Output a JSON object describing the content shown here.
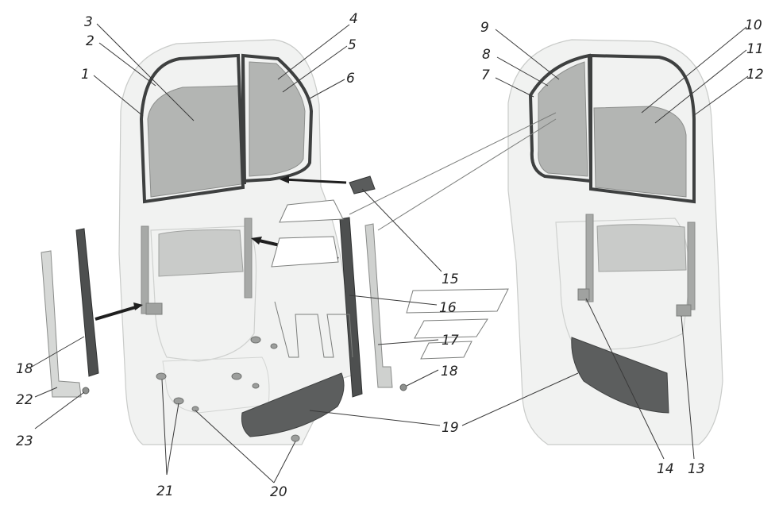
{
  "diagram": {
    "labels": [
      {
        "id": "1",
        "text": "1"
      },
      {
        "id": "2",
        "text": "2"
      },
      {
        "id": "3",
        "text": "3"
      },
      {
        "id": "4",
        "text": "4"
      },
      {
        "id": "5",
        "text": "5"
      },
      {
        "id": "6",
        "text": "6"
      },
      {
        "id": "7",
        "text": "7"
      },
      {
        "id": "8",
        "text": "8"
      },
      {
        "id": "9",
        "text": "9"
      },
      {
        "id": "10",
        "text": "10"
      },
      {
        "id": "11",
        "text": "11"
      },
      {
        "id": "12",
        "text": "12"
      },
      {
        "id": "13",
        "text": "13"
      },
      {
        "id": "14",
        "text": "14"
      },
      {
        "id": "15",
        "text": "15"
      },
      {
        "id": "16",
        "text": "16"
      },
      {
        "id": "17",
        "text": "17"
      },
      {
        "id": "18a",
        "text": "18"
      },
      {
        "id": "18b",
        "text": "18"
      },
      {
        "id": "19",
        "text": "19"
      },
      {
        "id": "20",
        "text": "20"
      },
      {
        "id": "21",
        "text": "21"
      },
      {
        "id": "22",
        "text": "22"
      },
      {
        "id": "23",
        "text": "23"
      }
    ],
    "colors": {
      "door_fill": "#f1f2f1",
      "door_edge": "#c9cbc9",
      "glass": "#b3b5b3",
      "seal": "#3e4040",
      "part_dark": "#4d4f4f",
      "leader": "#3a3a3a"
    }
  }
}
